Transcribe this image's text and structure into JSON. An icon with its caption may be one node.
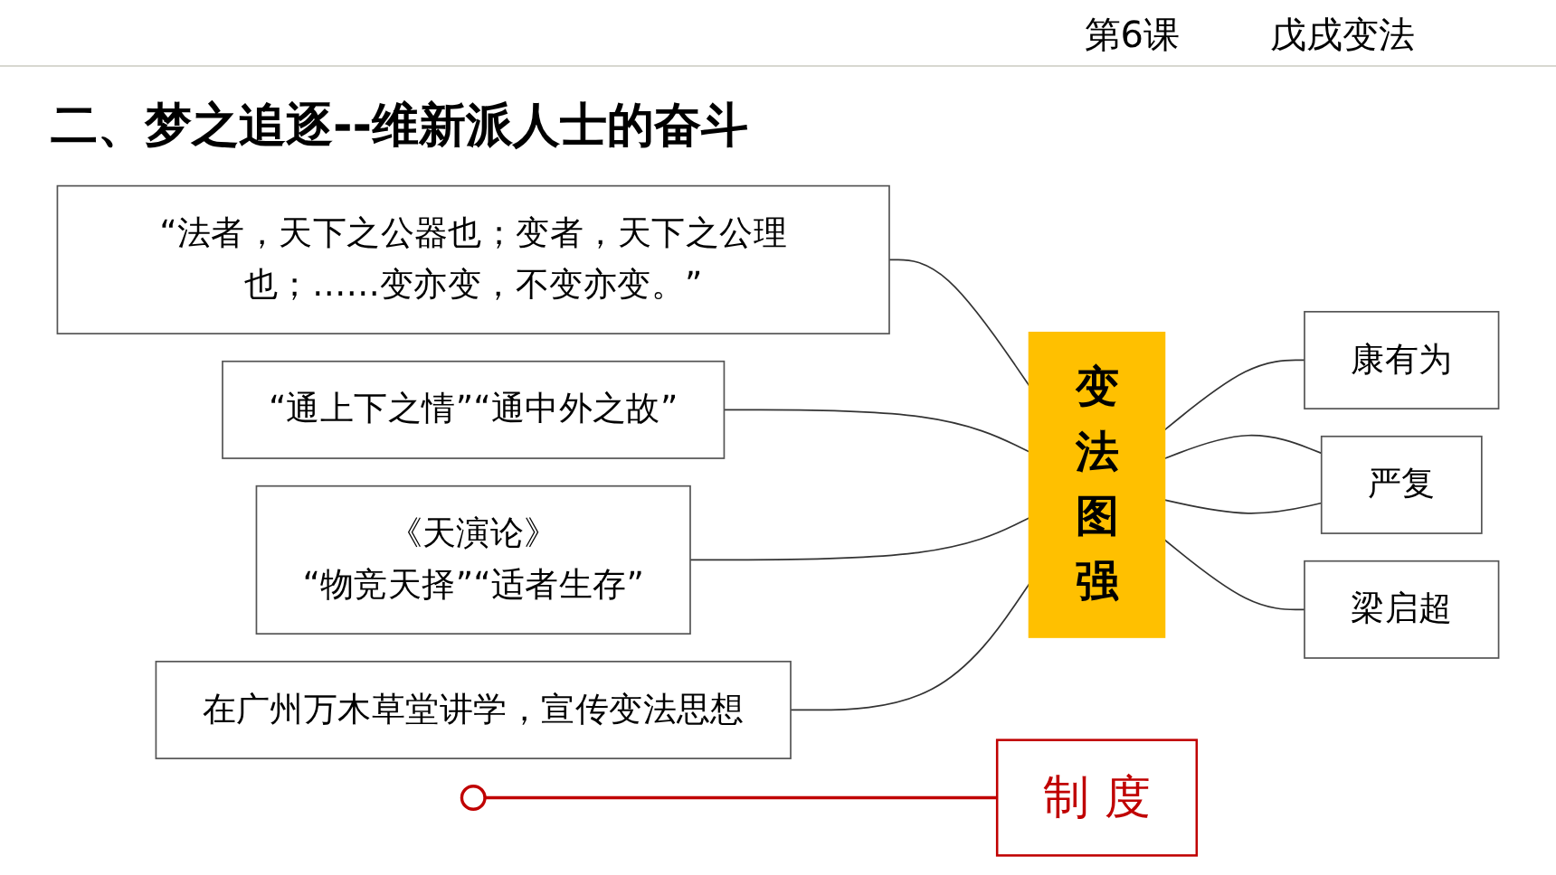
{
  "diagram": {
    "title": "二、梦之追逐--维新派人士的奋斗",
    "nodes": [
      {
        "text": [
          "“法者，天下之公器也；变者，天下之公理也；……变亦变，不变亦变。”"
        ]
      },
      {
        "text": [
          "“通上下之情”“通中外之故”"
        ]
      },
      {
        "text": [
          "《天演论》",
          "“物竞天择”“适者生存”"
        ]
      },
      {
        "text": [
          "在广州万木草堂讲学，宣传变法思想"
        ]
      },
      {
        "text": [
          "变法图强"
        ]
      },
      {
        "text": [
          "康有为"
        ]
      },
      {
        "text": [
          "严复"
        ]
      },
      {
        "text": [
          "梁启超"
        ]
      },
      {
        "text": [
          "制 度"
        ]
      },
      {
        "text": [],
        "shape": "circle"
      }
    ],
    "edges": [
      {
        "from": 0,
        "to": 4,
        "arrow": "none"
      },
      {
        "from": 1,
        "to": 4,
        "arrow": "none"
      },
      {
        "from": 2,
        "to": 4,
        "arrow": "none"
      },
      {
        "from": 3,
        "to": 4,
        "arrow": "none"
      },
      {
        "from": 4,
        "to": 5,
        "arrow": "none"
      },
      {
        "from": 4,
        "to": 6,
        "arrow": "none"
      },
      {
        "from": 4,
        "to": 6,
        "arrow": "none"
      },
      {
        "from": 4,
        "to": 7,
        "arrow": "none"
      },
      {
        "from": 9,
        "to": 8,
        "arrow": "none",
        "color": "#c00000"
      }
    ],
    "labels": [
      "第6课",
      "戊戌变法"
    ]
  }
}
